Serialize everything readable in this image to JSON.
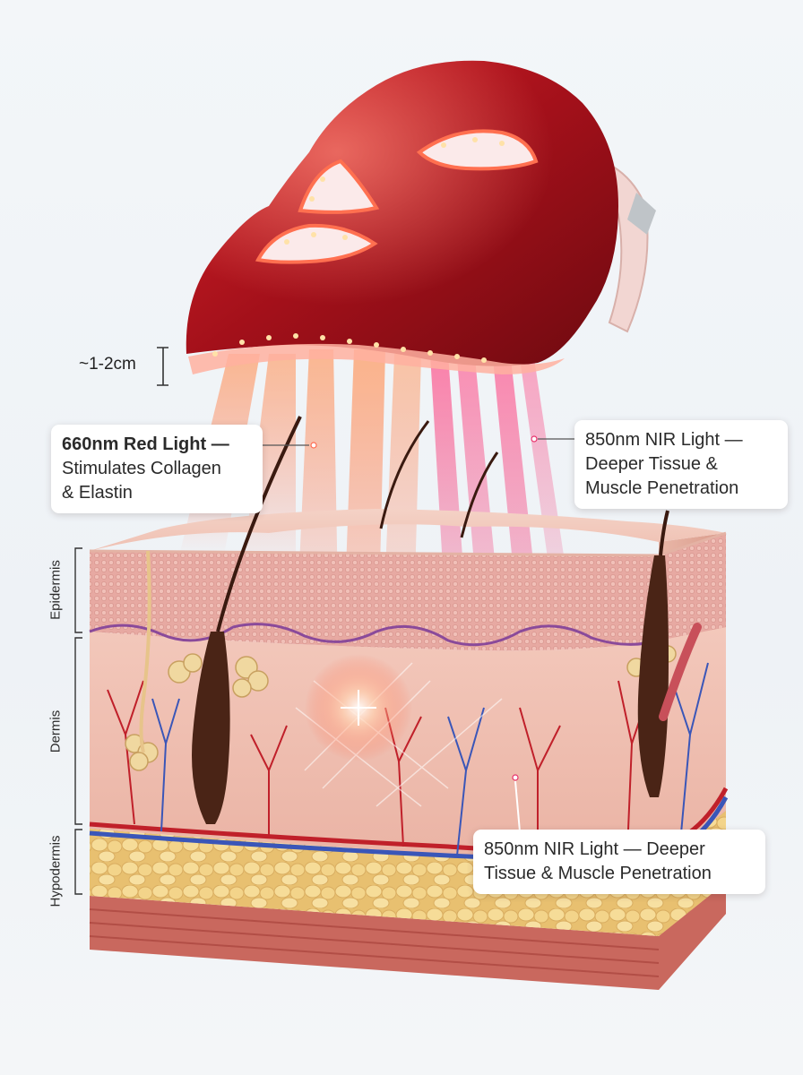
{
  "labels": {
    "distance": "~1-2cm",
    "red_title": "660nm Red Light —",
    "red_desc_line1": "Stimulates Collagen",
    "red_desc_line2": "& Elastin",
    "nir_top_title": "850nm NIR Light —",
    "nir_top_desc_line1": "Deeper Tissue &",
    "nir_top_desc_line2": "Muscle Penetration",
    "nir_bottom_line1": "850nm NIR Light — Deeper",
    "nir_bottom_line2": "Tissue & Muscle Penetration",
    "epidermis": "Epidermis",
    "dermis": "Dermis",
    "hypodermis": "Hypodermis"
  },
  "colors": {
    "mask": "#b3141c",
    "red_light": "#ff5a3c",
    "nir_light": "#e8306a",
    "skin": "#f2c0b4",
    "fat": "#f0d48c",
    "vein": "#3a56b8",
    "artery": "#c0202a"
  }
}
